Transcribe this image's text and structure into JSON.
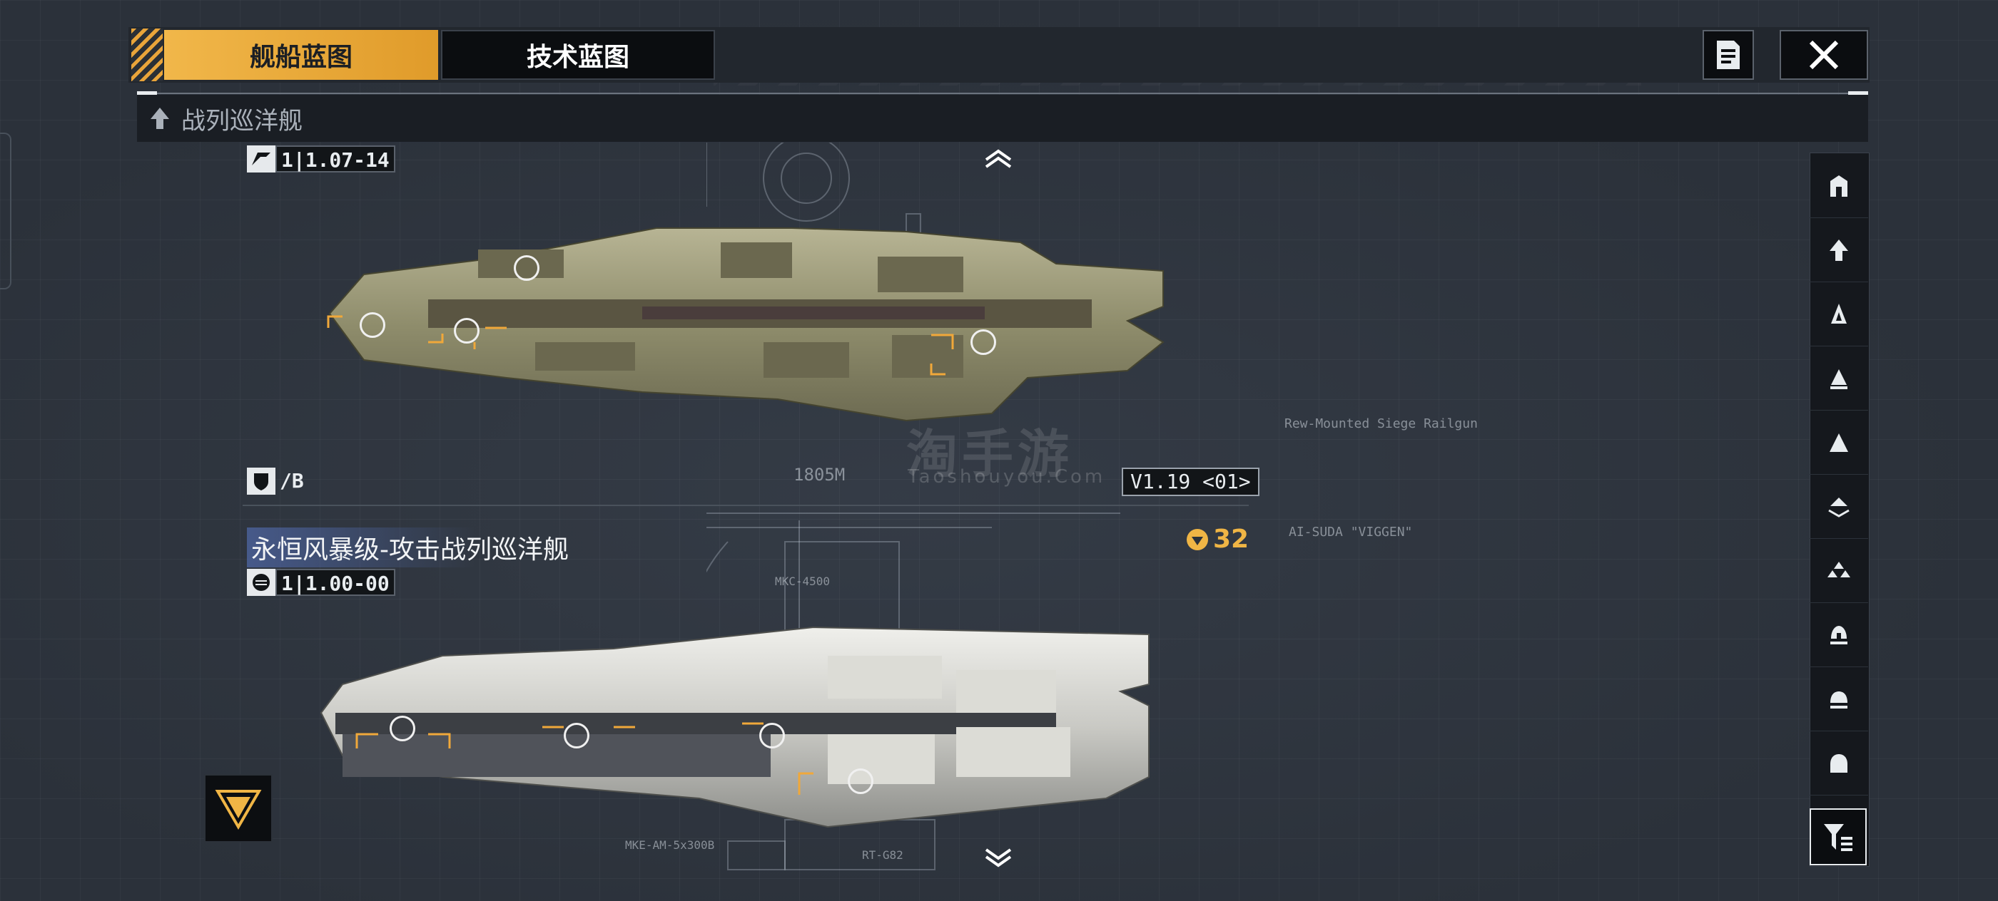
{
  "tabs": {
    "ship_blueprint": "舰船蓝图",
    "tech_blueprint": "技术蓝图"
  },
  "toolbar": {
    "notes_icon": "notes-icon",
    "close_icon": "close-icon"
  },
  "category": {
    "label": "战列巡洋舰",
    "icon": "ship-class-icon"
  },
  "ships": [
    {
      "hp_label": "1|1.07-14",
      "armor_label": "/B",
      "version": "V1.19 <01>",
      "length": "1805M",
      "mount_label": "Rew-Mounted Siege Railgun"
    },
    {
      "name": "永恒风暴级-攻击战列巡洋舰",
      "hp_label": "1|1.00-00",
      "power": "32",
      "ai_label": "AI-SUDA \"VIGGEN\"",
      "annotations": [
        "MKC-4500",
        "MKE-AM-5x300B",
        "RT-G82"
      ]
    }
  ],
  "watermark": {
    "title": "淘手游",
    "url": "Taoshouyou.Com"
  },
  "sidebar": {
    "items": [
      "dock-icon",
      "battlecruiser-icon",
      "frigate-icon",
      "destroyer-icon",
      "cruiser-icon",
      "carrier-icon",
      "corvette-icon",
      "auxiliary-icon",
      "mothership-icon",
      "dreadnought-icon"
    ],
    "filter_icon": "filter-icon"
  },
  "colors": {
    "accent": "#f0b545",
    "background": "#2b313a"
  }
}
